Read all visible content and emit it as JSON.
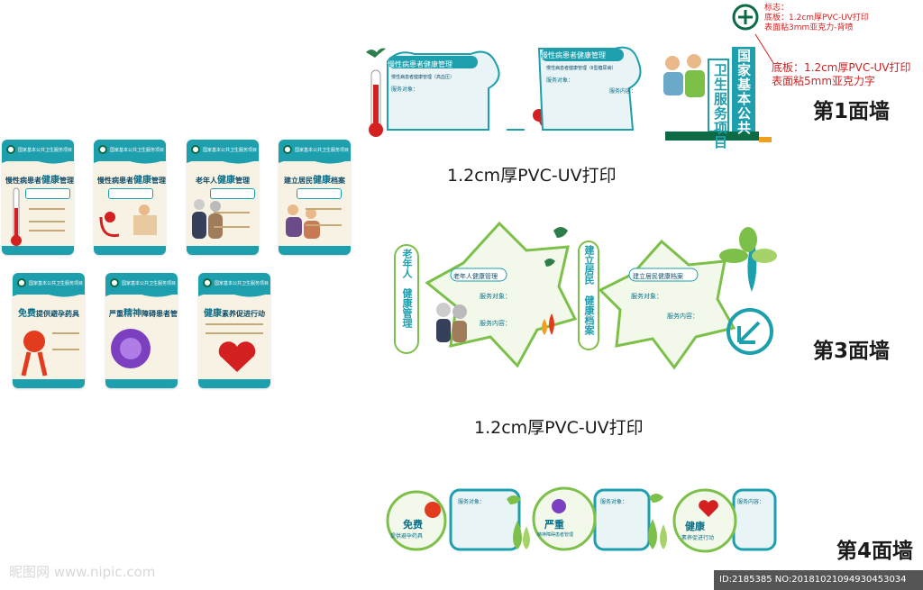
{
  "walls": {
    "wall1": "第1面墙",
    "wall3": "第3面墙",
    "wall4": "第4面墙"
  },
  "print_note": "1.2cm厚PVC-UV打印",
  "wall1_panel": {
    "title1": "慢性病患者健康管理",
    "sub1": "慢性病患者健康管理（高血压）",
    "title2": "慢性病患者健康管理",
    "sub2": "慢性病患者健康管理（Ⅱ型糖尿病）",
    "service_object": "服务对象：",
    "service_content": "服务内容：",
    "vertical_1": "卫生服务项目",
    "vertical_2": "国家基本公共"
  },
  "notes": {
    "logo_note": [
      "标志：",
      "底板：1.2cm厚PVC-UV打印",
      "表面粘3mm亚克力-背喷"
    ],
    "base_note": [
      "底板：1.2cm厚PVC-UV打印",
      "表面粘5mm亚克力字"
    ]
  },
  "cards": [
    {
      "header": "国家基本公共卫生服务项目",
      "title_a": "慢性病患者",
      "title_b": "健康",
      "title_c": "管理"
    },
    {
      "header": "国家基本公共卫生服务项目",
      "title_a": "慢性病患者",
      "title_b": "健康",
      "title_c": "管理"
    },
    {
      "header": "国家基本公共卫生服务项目",
      "title_a": "老年人",
      "title_b": "健康",
      "title_c": "管理"
    },
    {
      "header": "国家基本公共卫生服务项目",
      "title_a": "建立居民",
      "title_b": "健康",
      "title_c": "档案"
    },
    {
      "header": "国家基本公共卫生服务项目",
      "title_a": "免费",
      "title_b": "提供避孕药具",
      "title_c": ""
    },
    {
      "header": "国家基本公共卫生服务项目",
      "title_a": "严重",
      "title_b": "精神",
      "title_c": "障碍患者管理"
    },
    {
      "header": "国家基本公共卫生服务项目",
      "title_a": "健康",
      "title_b": "素养促进行动",
      "title_c": ""
    }
  ],
  "wall3": {
    "vertical_left_a": "老年人",
    "vertical_left_b": "健康管理",
    "star1_title": "老年人健康管理",
    "vertical_mid_a": "建立居民",
    "vertical_mid_b": "健康档案",
    "star2_title": "建立居民健康档案",
    "service_object": "服务对象：",
    "service_content": "服务内容："
  },
  "wall4": {
    "item1_a": "免费",
    "item1_b": "提供避孕药具",
    "item2_a": "严重",
    "item2_b": "精神障碍患者管理",
    "item3_a": "健康",
    "item3_b": "素养促进行动",
    "service_object": "服务对象：",
    "service_content": "服务内容："
  },
  "watermark": "昵图网 www.nipic.com",
  "image_id": "ID:2185385 NO:20181021094930453034",
  "colors": {
    "teal": "#1e9fae",
    "green": "#7cc04a",
    "dark_green": "#0c6b45",
    "red": "#d42020"
  }
}
